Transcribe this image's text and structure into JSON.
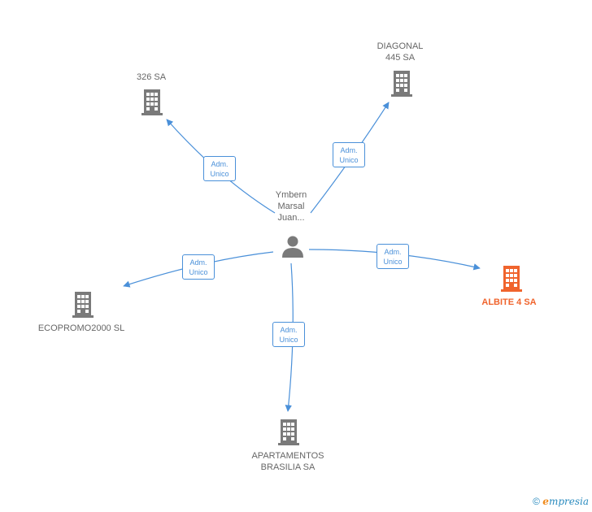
{
  "colors": {
    "edge": "#4a90d9",
    "company": "#7a7a7a",
    "highlight": "#f0642d",
    "text": "#666666"
  },
  "center": {
    "label_lines": [
      "Ymbern",
      "Marsal",
      "Juan..."
    ],
    "icon": "person-icon"
  },
  "companies": [
    {
      "id": "c326",
      "label": "326 SA",
      "icon": "building-icon"
    },
    {
      "id": "diagonal",
      "label": "DIAGONAL\n445 SA",
      "icon": "building-icon"
    },
    {
      "id": "albite",
      "label": "ALBITE 4 SA",
      "icon": "building-icon",
      "highlight": true
    },
    {
      "id": "ecopromo",
      "label": "ECOPROMO2000 SL",
      "icon": "building-icon"
    },
    {
      "id": "apartamentos",
      "label": "APARTAMENTOS\nBRASILIA SA",
      "icon": "building-icon"
    }
  ],
  "relations": [
    {
      "target": "c326",
      "line1": "Adm.",
      "line2": "Unico"
    },
    {
      "target": "diagonal",
      "line1": "Adm.",
      "line2": "Unico"
    },
    {
      "target": "albite",
      "line1": "Adm.",
      "line2": "Unico"
    },
    {
      "target": "ecopromo",
      "line1": "Adm.",
      "line2": "Unico"
    },
    {
      "target": "apartamentos",
      "line1": "Adm.",
      "line2": "Unico"
    }
  ],
  "footer": {
    "copyright": "©",
    "brand_initial": "e",
    "brand_rest": "mpresia"
  }
}
